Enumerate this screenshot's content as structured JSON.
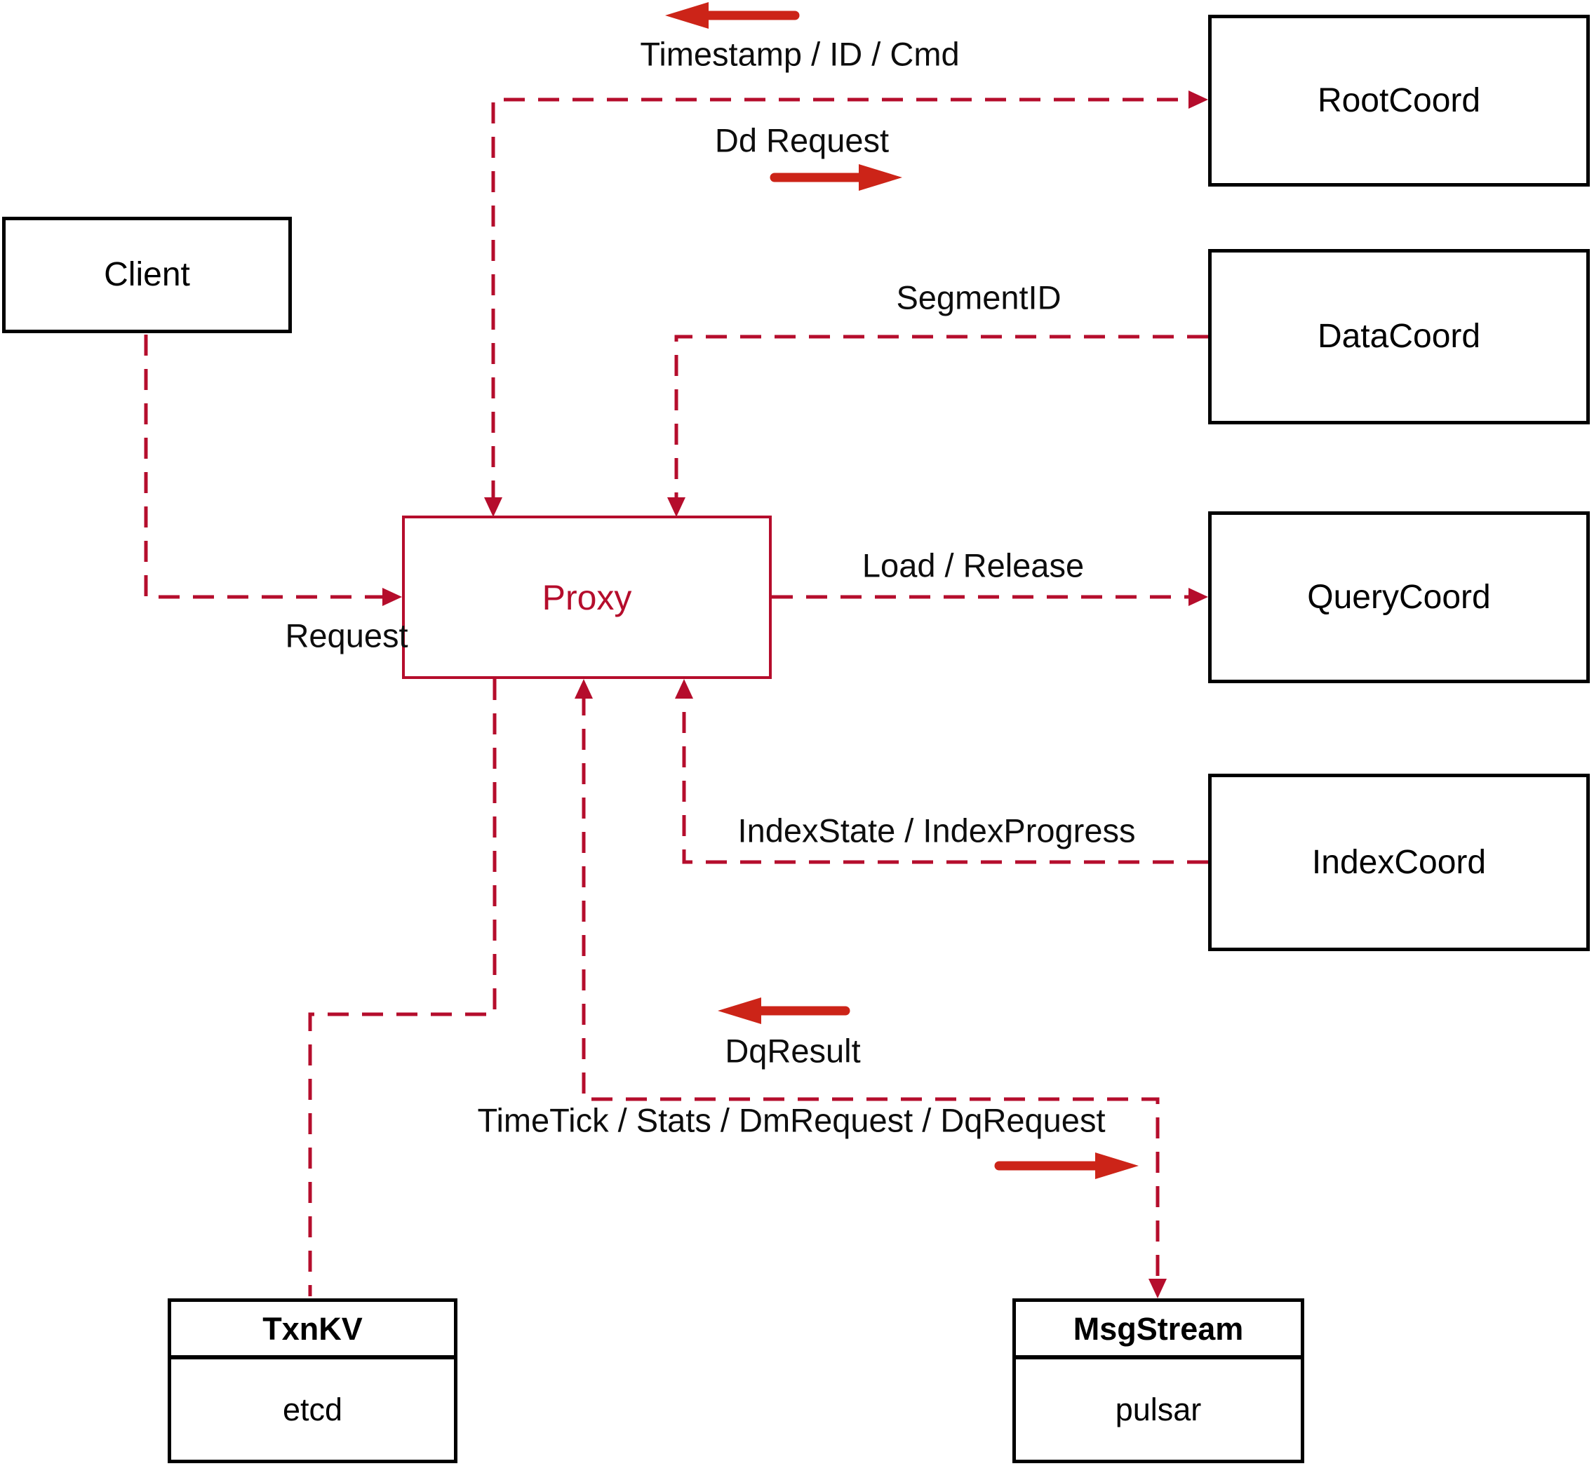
{
  "colors": {
    "background": "#ffffff",
    "ink": "#000000",
    "accent": "#b50d2c",
    "solid": "#cc2418"
  },
  "nodes": {
    "client": {
      "label": "Client"
    },
    "proxy": {
      "label": "Proxy"
    },
    "root_coord": {
      "label": "RootCoord"
    },
    "data_coord": {
      "label": "DataCoord"
    },
    "query_coord": {
      "label": "QueryCoord"
    },
    "index_coord": {
      "label": "IndexCoord"
    },
    "txn_kv": {
      "title": "TxnKV",
      "subtitle": "etcd"
    },
    "msg_stream": {
      "title": "MsgStream",
      "subtitle": "pulsar"
    }
  },
  "edge_labels": {
    "timestamp_id_cmd": "Timestamp / ID / Cmd",
    "dd_request": "Dd Request",
    "segment_id": "SegmentID",
    "request": "Request",
    "load_release": "Load / Release",
    "index_state": "IndexState / IndexProgress",
    "dq_result": "DqResult",
    "time_tick": "TimeTick / Stats / DmRequest / DqRequest"
  }
}
